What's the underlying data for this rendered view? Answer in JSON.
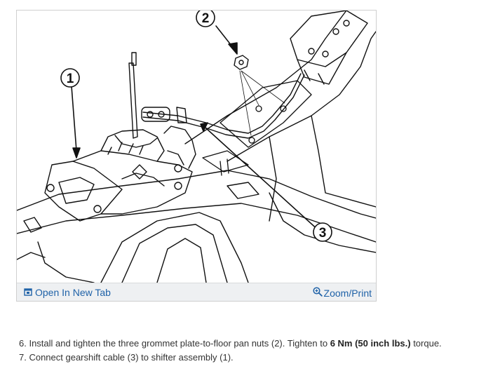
{
  "figure": {
    "callouts": [
      "1",
      "2",
      "3"
    ],
    "toolbar": {
      "open_label": "Open In New Tab",
      "open_icon": "open-in-new-tab-icon",
      "zoom_label": "Zoom/Print",
      "zoom_icon": "magnifier-zoom-icon"
    },
    "link_color": "#1f62a8"
  },
  "steps": [
    {
      "prefix": "6. Install and tighten the three grommet plate-to-floor pan nuts (2). Tighten to ",
      "bold": "6 Nm (50 inch lbs.)",
      "suffix": " torque."
    },
    {
      "prefix": "7. Connect gearshift cable (3) to shifter assembly (1).",
      "bold": "",
      "suffix": ""
    }
  ]
}
